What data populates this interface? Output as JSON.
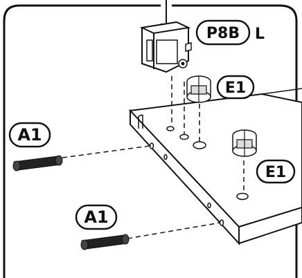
{
  "labels": {
    "p8b": "P8B",
    "l": "L",
    "e1_top": "E1",
    "e1_right": "E1",
    "a1_left": "A1",
    "a1_bottom": "A1"
  },
  "icons": [
    "frame-border",
    "arrow-down",
    "connector-part-p8b",
    "cam-lock-e1",
    "dowel-a1",
    "panel-board"
  ],
  "colors": {
    "line": "#111111",
    "panel_face": "#ffffff",
    "dowel": "#222222"
  }
}
